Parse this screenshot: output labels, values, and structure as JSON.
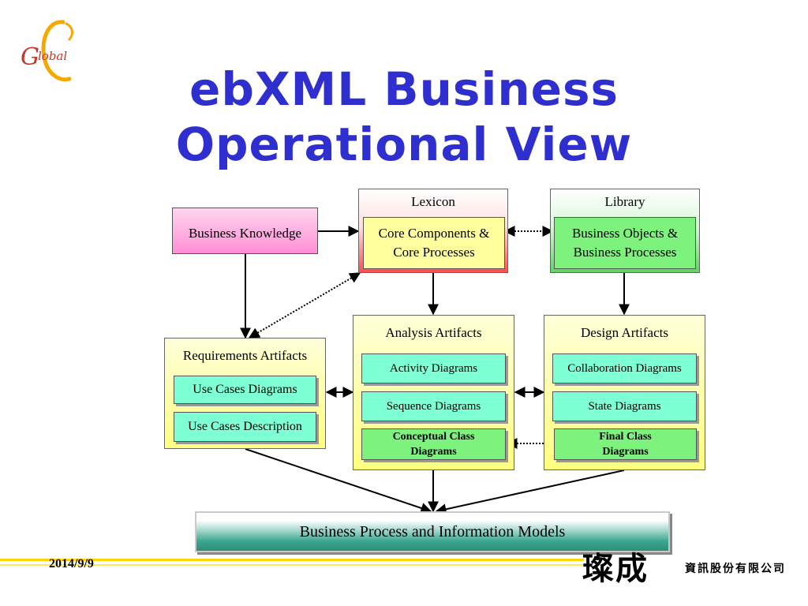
{
  "slide": {
    "title_line1": "ebXML Business",
    "title_line2": "Operational View",
    "date": "2014/9/9",
    "company_name": "璨成",
    "company_suffix": "資訊股份有限公司",
    "logo_text": "Global"
  },
  "diagram": {
    "business_knowledge": "Business Knowledge",
    "lexicon": {
      "label": "Lexicon",
      "inner": [
        "Core Components &",
        "Core Processes"
      ]
    },
    "library": {
      "label": "Library",
      "inner": [
        "Business Objects &",
        "Business Processes"
      ]
    },
    "requirements": {
      "label": "Requirements Artifacts",
      "items": [
        "Use Cases Diagrams",
        "Use Cases Description"
      ]
    },
    "analysis": {
      "label": "Analysis Artifacts",
      "items": [
        "Activity Diagrams",
        "Sequence Diagrams"
      ],
      "highlight": [
        "Conceptual Class",
        "Diagrams"
      ]
    },
    "design": {
      "label": "Design Artifacts",
      "items": [
        "Collaboration Diagrams",
        "State Diagrams"
      ],
      "highlight": [
        "Final Class",
        "Diagrams"
      ]
    },
    "models": "Business Process and Information Models"
  },
  "colors": {
    "title": "#2f2fd0",
    "pink_box": "#ff9ad8",
    "yellow_panel": "#ffff99",
    "aqua_box": "#7fffd4",
    "green_box": "#7df27d",
    "lexicon_red": "#ff4d4d",
    "models_teal": "#3aa58e"
  }
}
